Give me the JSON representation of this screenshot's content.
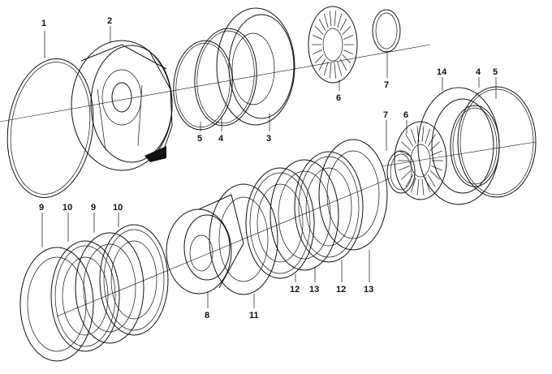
{
  "callouts": {
    "p1": "1",
    "p2": "2",
    "p3": "3",
    "p4a": "4",
    "p5a": "5",
    "p6a": "6",
    "p7a": "7",
    "p14": "14",
    "p4b": "4",
    "p5b": "5",
    "p7b": "7",
    "p6b": "6",
    "p9a": "9",
    "p10a": "10",
    "p9b": "9",
    "p10b": "10",
    "p8": "8",
    "p11": "11",
    "p12a": "12",
    "p13a": "13",
    "p12b": "12",
    "p13b": "13"
  }
}
